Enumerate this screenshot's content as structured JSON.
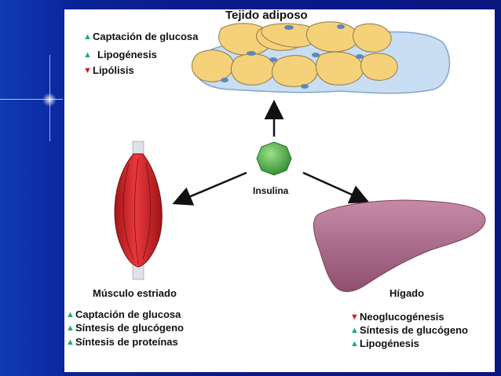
{
  "tissues": {
    "adipose": {
      "title": "Tejido adiposo",
      "effects": [
        {
          "text": "Captación de glucosa",
          "direction": "up"
        },
        {
          "text": "Lipogénesis",
          "direction": "up"
        },
        {
          "text": "Lipólisis",
          "direction": "down"
        }
      ]
    },
    "muscle": {
      "title": "Músculo estriado",
      "effects": [
        {
          "text": "Captación de glucosa",
          "direction": "up"
        },
        {
          "text": "Síntesis de glucógeno",
          "direction": "up"
        },
        {
          "text": "Síntesis de proteínas",
          "direction": "up"
        }
      ]
    },
    "liver": {
      "title": "Hígado",
      "effects": [
        {
          "text": "Neoglucogénesis",
          "direction": "down"
        },
        {
          "text": "Síntesis de glucógeno",
          "direction": "up"
        },
        {
          "text": "Lipogénesis",
          "direction": "up"
        }
      ]
    }
  },
  "center": {
    "label": "Insulina"
  },
  "colors": {
    "up_arrow": "#1aa88e",
    "down_arrow": "#d01c1c",
    "insulin": "#4caf50",
    "fat_cell": "#f5d27a",
    "liver": "#b0708f",
    "muscle": "#d9252a",
    "slide_background": "#0b1a8c"
  },
  "icons": {
    "up": "arrow-up-icon",
    "down": "arrow-down-icon"
  }
}
